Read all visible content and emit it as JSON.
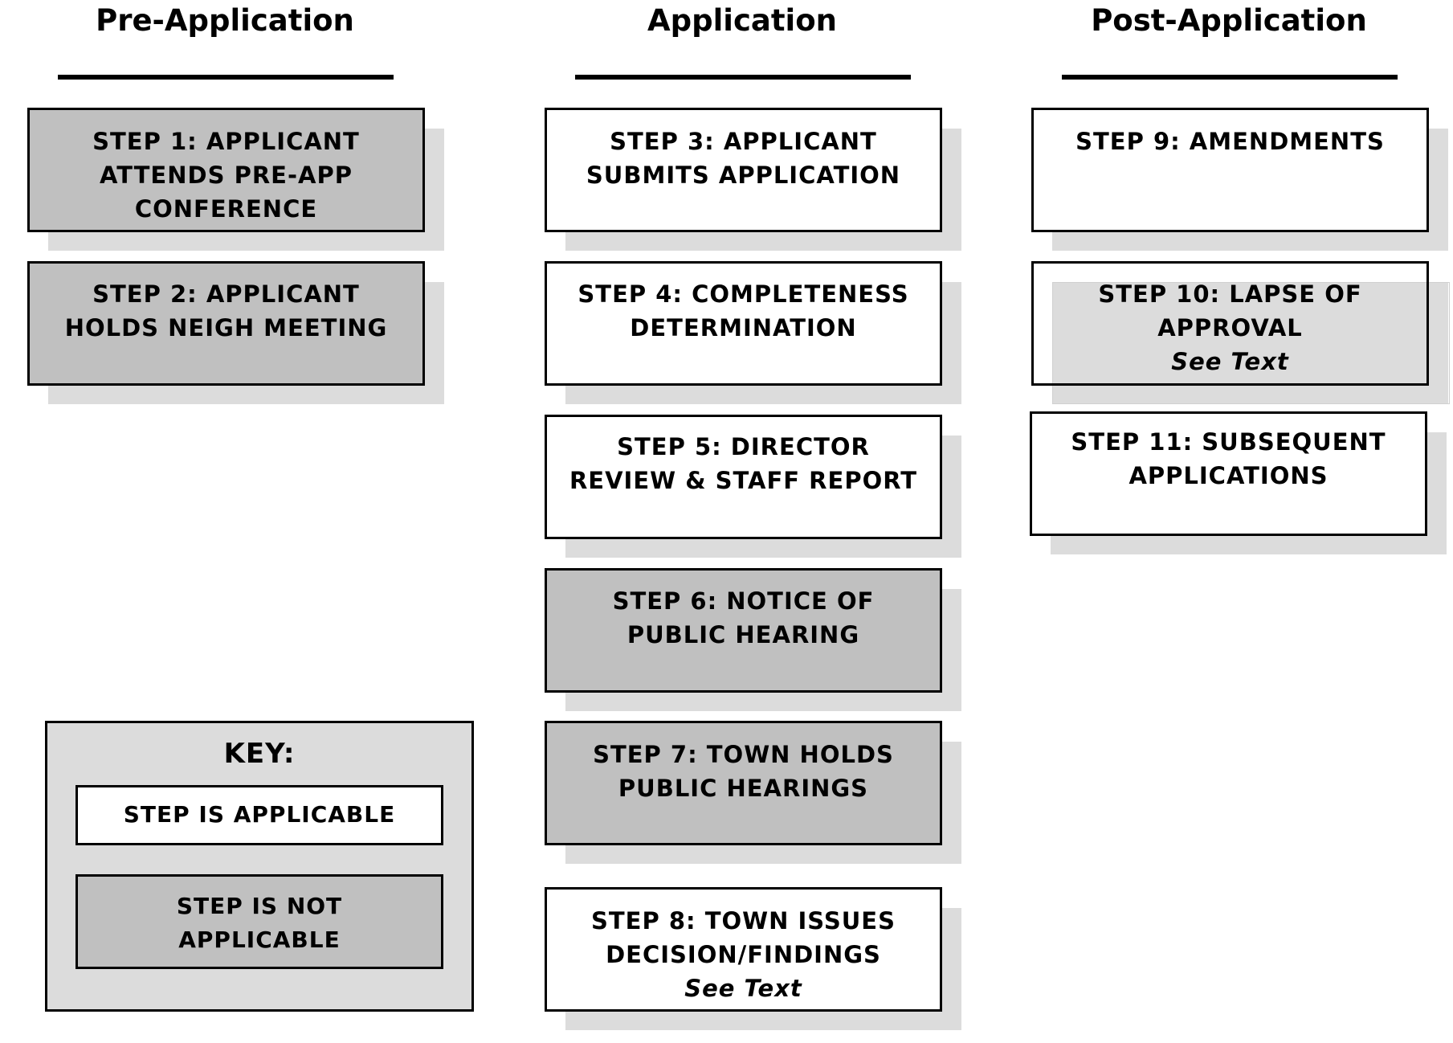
{
  "columns": {
    "pre": "Pre-Application",
    "app": "Application",
    "post": "Post-Application"
  },
  "steps": {
    "s1": {
      "lines": [
        "STEP 1:  APPLICANT",
        "ATTENDS PRE-APP",
        "CONFERENCE"
      ],
      "status": "not-applicable"
    },
    "s2": {
      "lines": [
        "STEP 2:  APPLICANT",
        "HOLDS NEIGH MEETING"
      ],
      "status": "not-applicable"
    },
    "s3": {
      "lines": [
        "STEP 3:  APPLICANT",
        "SUBMITS APPLICATION"
      ],
      "status": "applicable"
    },
    "s4": {
      "lines": [
        "STEP 4:  COMPLETENESS",
        "DETERMINATION"
      ],
      "status": "applicable"
    },
    "s5": {
      "lines": [
        "STEP 5:  DIRECTOR",
        "REVIEW & STAFF REPORT"
      ],
      "status": "applicable"
    },
    "s6": {
      "lines": [
        "STEP 6:  NOTICE OF",
        "PUBLIC HEARING"
      ],
      "status": "not-applicable"
    },
    "s7": {
      "lines": [
        "STEP 7:  TOWN HOLDS",
        "PUBLIC HEARINGS"
      ],
      "status": "not-applicable"
    },
    "s8": {
      "lines": [
        "STEP 8:  TOWN ISSUES",
        "DECISION/FINDINGS"
      ],
      "note": "See Text",
      "status": "applicable"
    },
    "s9": {
      "lines": [
        "STEP 9: AMENDMENTS"
      ],
      "status": "applicable"
    },
    "s10": {
      "lines": [
        "STEP 10:  LAPSE OF",
        "APPROVAL"
      ],
      "note": "See Text",
      "status": "applicable"
    },
    "s11": {
      "lines": [
        "STEP 11:  SUBSEQUENT",
        "APPLICATIONS"
      ],
      "status": "applicable"
    }
  },
  "key": {
    "title": "KEY:",
    "applicable": [
      "STEP IS APPLICABLE"
    ],
    "not_applicable": [
      "STEP IS NOT",
      "APPLICABLE"
    ]
  },
  "colors": {
    "not_applicable_fill": "#c0c0c0",
    "applicable_fill": "#ffffff",
    "shadow": "#dcdcdc",
    "border": "#000000"
  }
}
